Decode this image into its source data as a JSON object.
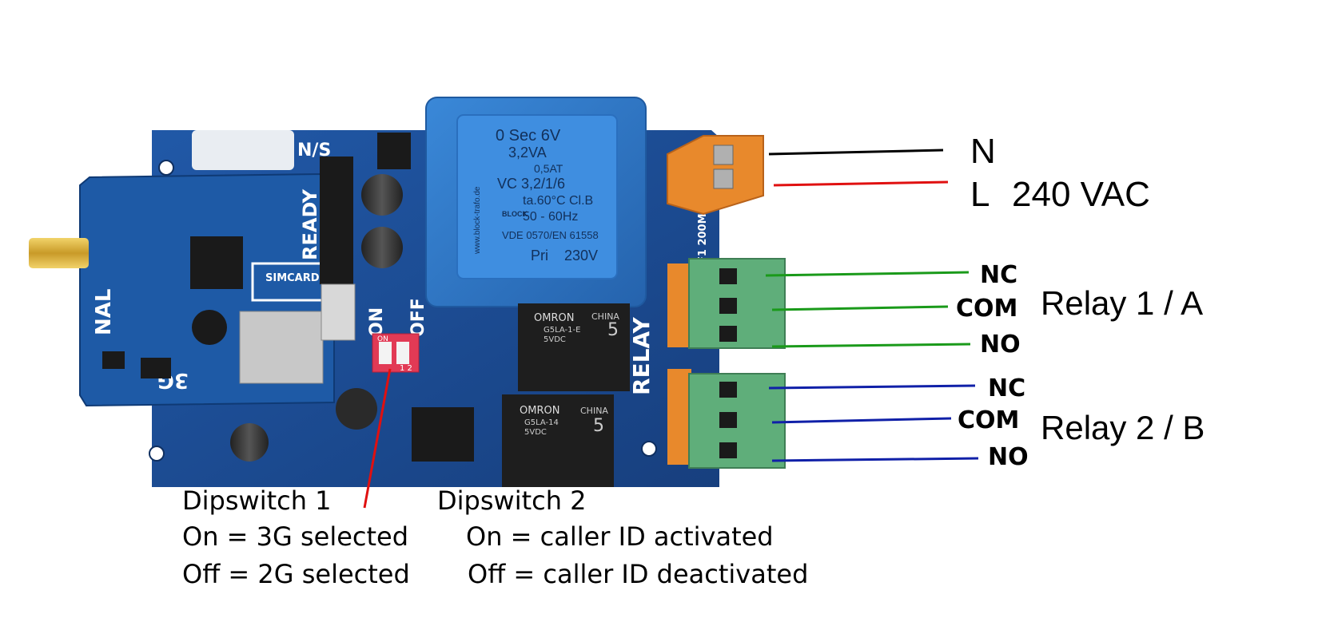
{
  "board": {
    "module_3g_label": "3G",
    "ready_label": "READY",
    "simcard_label": "SIMCARD",
    "signal_fragment": "NAL",
    "ns_fragment": "N/S",
    "relay_board_label": "RELAY",
    "dip_on_label": "ON",
    "dip_off_label": "OFF",
    "dip_switch_on": "ON",
    "dip_switch_numbers": "1 2",
    "fuse_label": "F1 200MA",
    "transformer": {
      "line1": "0 Sec 6V",
      "line2": "3,2VA",
      "line3": "0,5AT",
      "line4": "VC 3,2/1/6",
      "line5": "ta.60°C Cl.B",
      "line6": "50 - 60Hz",
      "line7": "VDE 0570/EN 61558",
      "line8": "Pri",
      "line9": "230V",
      "brand": "BLOCK",
      "url": "www.block-trafo.de"
    },
    "relay_chips": [
      {
        "brand": "OMRON",
        "model": "G5LA-1-E",
        "volt": "5VDC",
        "origin": "CHINA",
        "num": "5"
      },
      {
        "brand": "OMRON",
        "model": "G5LA-14",
        "volt": "5VDC",
        "origin": "CHINA",
        "num": "5"
      }
    ]
  },
  "power": {
    "n_label": "N",
    "l_label": "L",
    "voltage_label": "240 VAC"
  },
  "relays": [
    {
      "name": "Relay 1 / A",
      "terminals": [
        "NC",
        "COM",
        "NO"
      ],
      "wire_color": "#1a9a1a"
    },
    {
      "name": "Relay 2 / B",
      "terminals": [
        "NC",
        "COM",
        "NO"
      ],
      "wire_color": "#1020a8"
    }
  ],
  "dipswitch1": {
    "title": "Dipswitch 1",
    "on_text": "On = 3G selected",
    "off_text": "Off = 2G selected"
  },
  "dipswitch2": {
    "title": "Dipswitch 2",
    "on_text": "On = caller ID activated",
    "off_text": "Off = caller ID deactivated"
  },
  "colors": {
    "pcb": "#1c4f9a",
    "transformer": "#2f77c8",
    "terminal_green": "#5fae7a",
    "terminal_orange": "#e8892c",
    "n_wire": "#000000",
    "l_wire": "#e01010",
    "pointer": "#e01010"
  }
}
